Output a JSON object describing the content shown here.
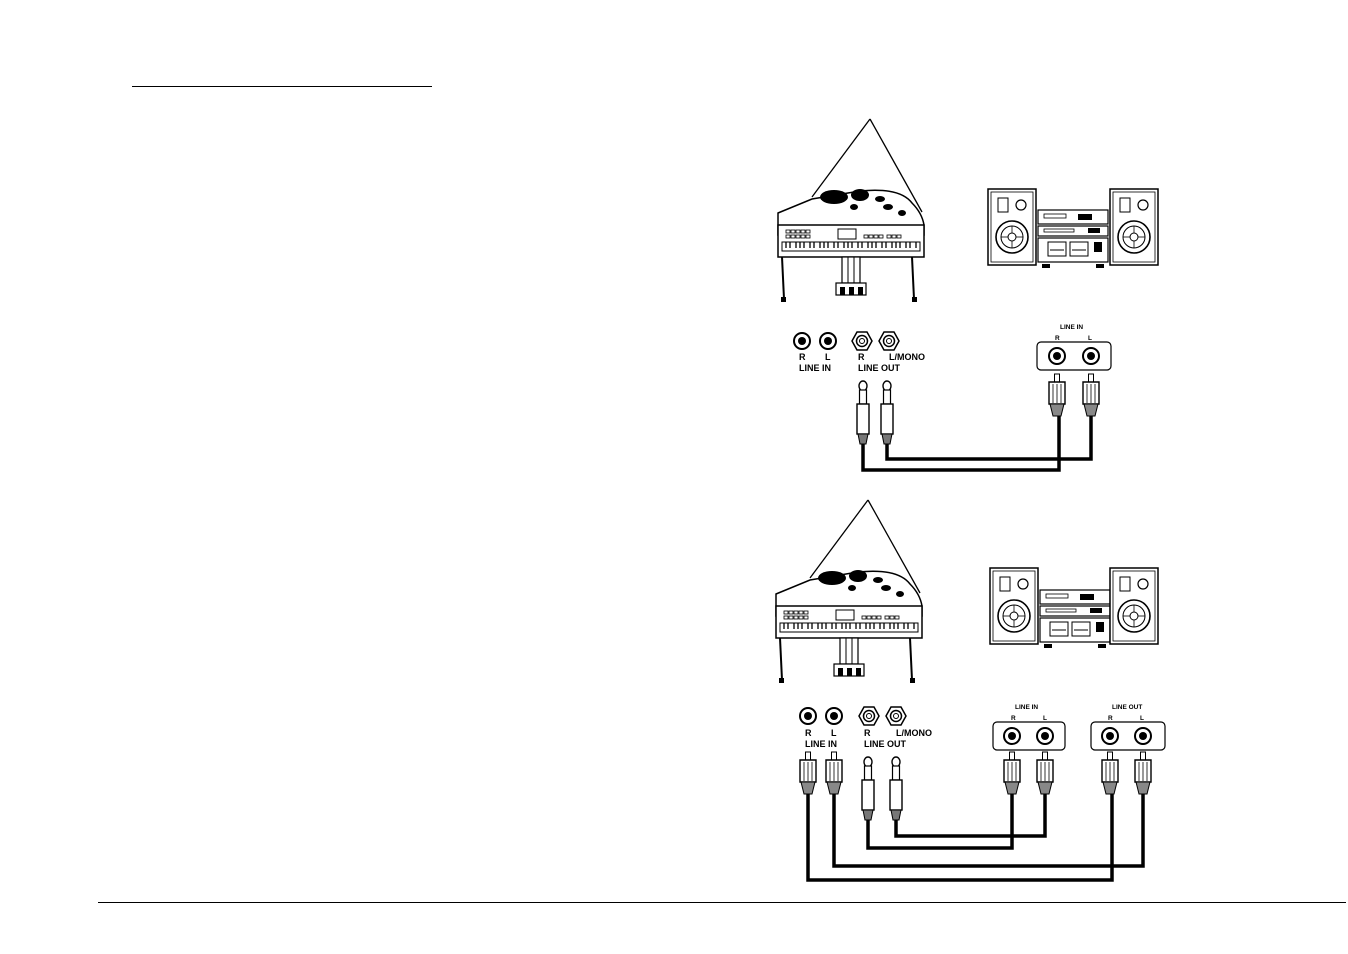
{
  "diagram1": {
    "piano_jacks": {
      "in_r": "R",
      "in_l": "L",
      "in_title": "LINE IN",
      "out_r": "R",
      "out_l": "L/MONO",
      "out_title": "LINE OUT"
    },
    "stereo_in": {
      "title": "LINE IN",
      "r": "R",
      "l": "L"
    }
  },
  "diagram2": {
    "piano_jacks": {
      "in_r": "R",
      "in_l": "L",
      "in_title": "LINE IN",
      "out_r": "R",
      "out_l": "L/MONO",
      "out_title": "LINE OUT"
    },
    "stereo_in": {
      "title": "LINE IN",
      "r": "R",
      "l": "L"
    },
    "stereo_out": {
      "title": "LINE OUT",
      "r": "R",
      "l": "L"
    }
  },
  "colors": {
    "ink": "#000000",
    "paper": "#ffffff"
  }
}
